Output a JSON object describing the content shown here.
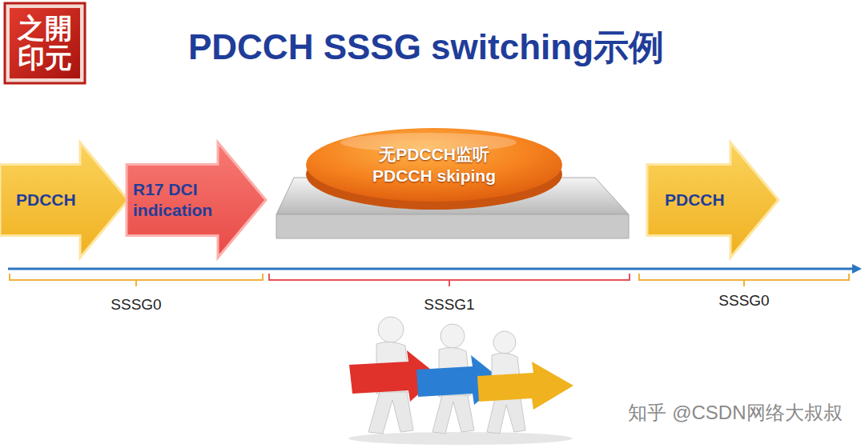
{
  "diagram": {
    "title": "PDCCH SSSG switching示例",
    "nodes": [
      {
        "text": [
          "PDCCH"
        ]
      },
      {
        "text": [
          "R17 DCI indication"
        ]
      },
      {
        "text": [
          "无PDCCH监听",
          "PDCCH skiping"
        ]
      },
      {
        "text": [
          "PDCCH"
        ]
      }
    ],
    "labels": [
      "之開印元",
      "SSSG0",
      "SSSG1",
      "SSSG0",
      "知乎 @CSDN网络大叔叔"
    ]
  }
}
